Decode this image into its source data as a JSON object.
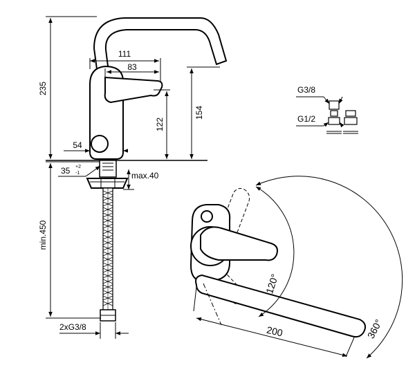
{
  "front_view": {
    "dim_235": "235",
    "dim_111": "111",
    "dim_83": "83",
    "dim_154": "154",
    "dim_122": "122",
    "dim_54": "54",
    "dim_35": "35",
    "dim_35_tol_plus": "+2",
    "dim_35_tol_minus": "-1",
    "dim_max40": "max.40",
    "dim_min450": "min.450",
    "dim_2xG38": "2xG3/8"
  },
  "adapter_detail": {
    "label_g38": "G3/8",
    "label_g12": "G1/2"
  },
  "top_view": {
    "dim_120": "120°",
    "dim_200": "200",
    "dim_360": "360°"
  }
}
